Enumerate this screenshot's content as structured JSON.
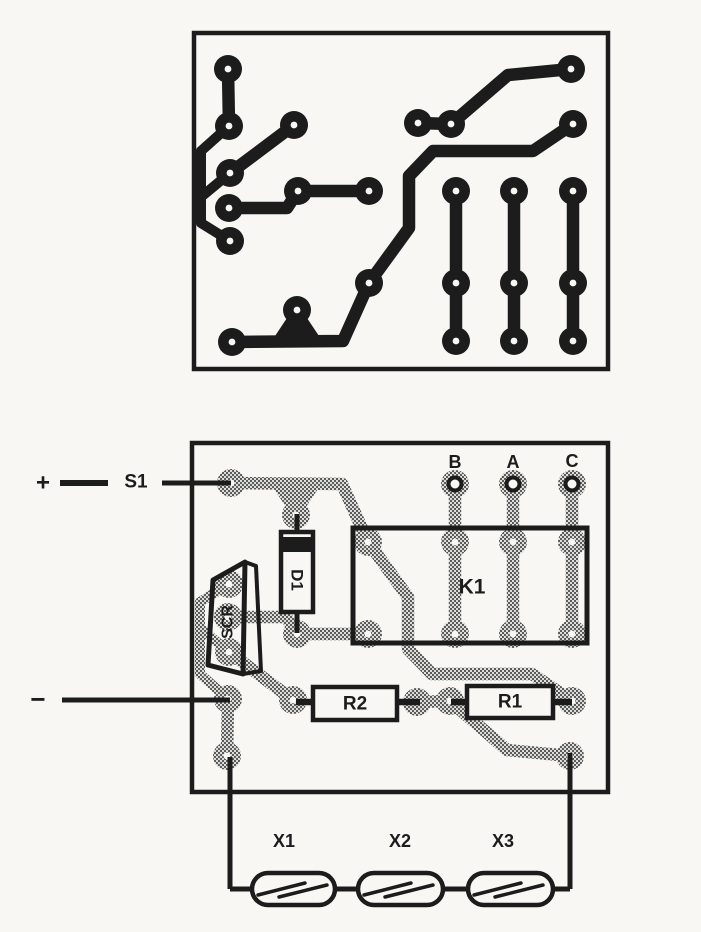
{
  "page": {
    "background": "#f8f7f4",
    "ink": "#1c1c1c",
    "trace_gray": "#9a9a98",
    "figure": "printed circuit board copper pattern (top) and component placement diagram (bottom)"
  },
  "component_board": {
    "power": {
      "plus": "+",
      "switch": "S1",
      "minus": "−"
    },
    "terminals": {
      "b": "B",
      "a": "A",
      "c": "C"
    },
    "components": {
      "diode": "D1",
      "scr": "SCR",
      "relay": "K1",
      "r2": "R2",
      "r1": "R1"
    }
  },
  "lamps": {
    "x1": "X1",
    "x2": "X2",
    "x3": "X3"
  }
}
